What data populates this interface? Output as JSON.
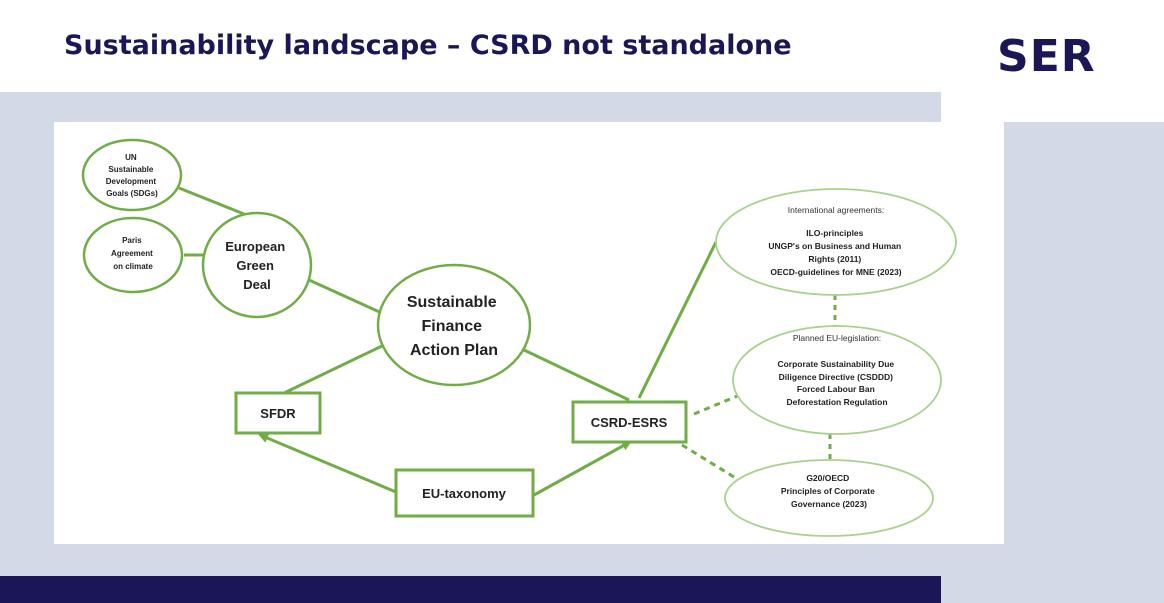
{
  "slide": {
    "title": "Sustainability landscape – CSRD not standalone",
    "logo_text": "SER",
    "colors": {
      "navy": "#1b1655",
      "band": "#d4d9e8",
      "green": "#70ad47",
      "light_green": "#a9d18e"
    }
  },
  "diagram": {
    "sdgs": {
      "lines": [
        "UN",
        "Sustainable",
        "Development",
        "Goals (SDGs)"
      ]
    },
    "paris": {
      "lines": [
        "Paris",
        "Agreement",
        "on climate"
      ]
    },
    "green_deal": {
      "lines": [
        "European",
        "Green",
        "Deal"
      ]
    },
    "sfap": {
      "lines": [
        "Sustainable",
        "Finance",
        "Action Plan"
      ]
    },
    "sfdr": {
      "label": "SFDR"
    },
    "csrd": {
      "label": "CSRD-ESRS"
    },
    "taxonomy": {
      "label": "EU-taxonomy"
    },
    "intl": {
      "heading": "International agreements:",
      "lines": [
        "ILO-principles",
        "UNGP's on Business and Human",
        "Rights (2011)",
        "OECD-guidelines for MNE (2023)"
      ]
    },
    "eu_leg": {
      "heading": "Planned EU-legislation:",
      "lines": [
        "Corporate Sustainability Due",
        "Diligence Directive (CSDDD)",
        "Forced Labour Ban",
        "Deforestation Regulation"
      ]
    },
    "g20": {
      "lines": [
        "G20/OECD",
        "Principles of Corporate",
        "Governance (2023)"
      ]
    }
  }
}
